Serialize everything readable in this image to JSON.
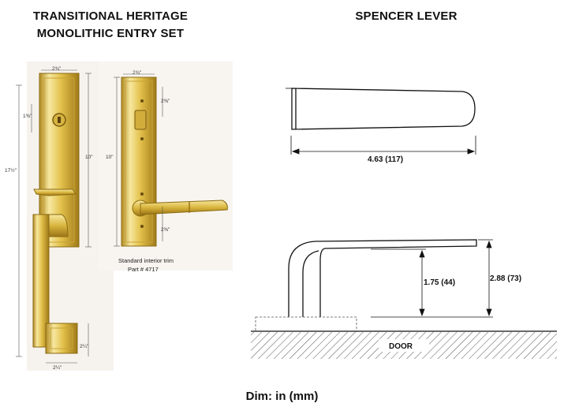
{
  "left_panel": {
    "title_line1": "TRANSITIONAL HERITAGE",
    "title_line2": "MONOLITHIC ENTRY SET",
    "dims": {
      "exterior_width_top": "2¾\"",
      "bore_spacing": "1⅜\"",
      "overall_height": "17½\"",
      "exterior_plate_height": "10\"",
      "bottom_height": "2¼\"",
      "bottom_width": "2¼\"",
      "interior_width_top": "2¾\"",
      "interior_top_offset": "2⅜\"",
      "interior_plate_height": "10\"",
      "interior_bottom_offset": "2⅜\""
    },
    "caption_line1": "Standard interior trim",
    "caption_line2": "Part # 4717"
  },
  "right_panel": {
    "title": "SPENCER LEVER",
    "length_label": "4.63 (117)",
    "height_label_1": "1.75 (44)",
    "height_label_2": "2.88 (73)",
    "door_label": "DOOR"
  },
  "footer": "Dim: in (mm)",
  "colors": {
    "brass_light": "#f7e8a0",
    "brass_mid": "#e2c04a",
    "brass_dark": "#b08a20",
    "photo_bg": "#f6f3ee"
  }
}
